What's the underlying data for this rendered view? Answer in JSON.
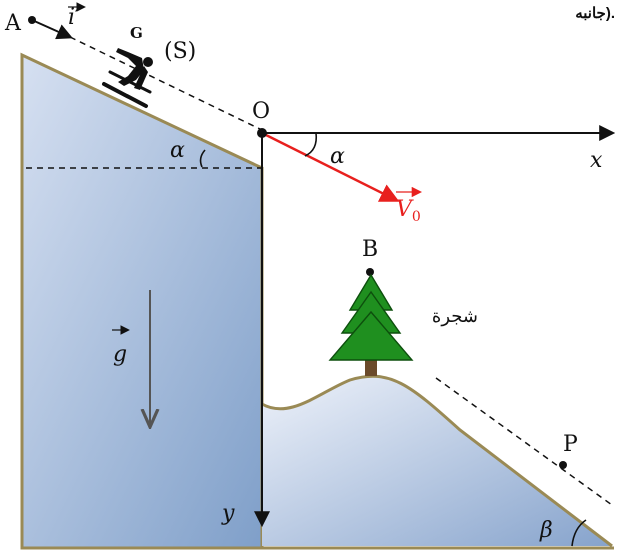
{
  "header": {
    "fragment": "جانبه)."
  },
  "points": {
    "A": "A",
    "O": "O",
    "B": "B",
    "P": "P",
    "G": "G"
  },
  "skier": {
    "label": "(S)"
  },
  "vectors": {
    "i_prime": "i′",
    "v0_letter": "V",
    "v0_sub": "0",
    "g": "g"
  },
  "axes": {
    "x": "x",
    "y": "y"
  },
  "angles": {
    "alpha_left": "α",
    "alpha_right": "α",
    "beta": "β"
  },
  "tree": {
    "label": "شجرة"
  },
  "colors": {
    "slope_fill_dark": "#7f9fc9",
    "slope_fill_light": "#e8eef8",
    "slope_edge": "#9a8a55",
    "velocity": "#e8201e",
    "tree_fill": "#1f8f1f",
    "gravity_arrow": "#555555"
  },
  "icons": {
    "skier": "skier-silhouette-icon",
    "tree": "pine-tree-icon"
  }
}
